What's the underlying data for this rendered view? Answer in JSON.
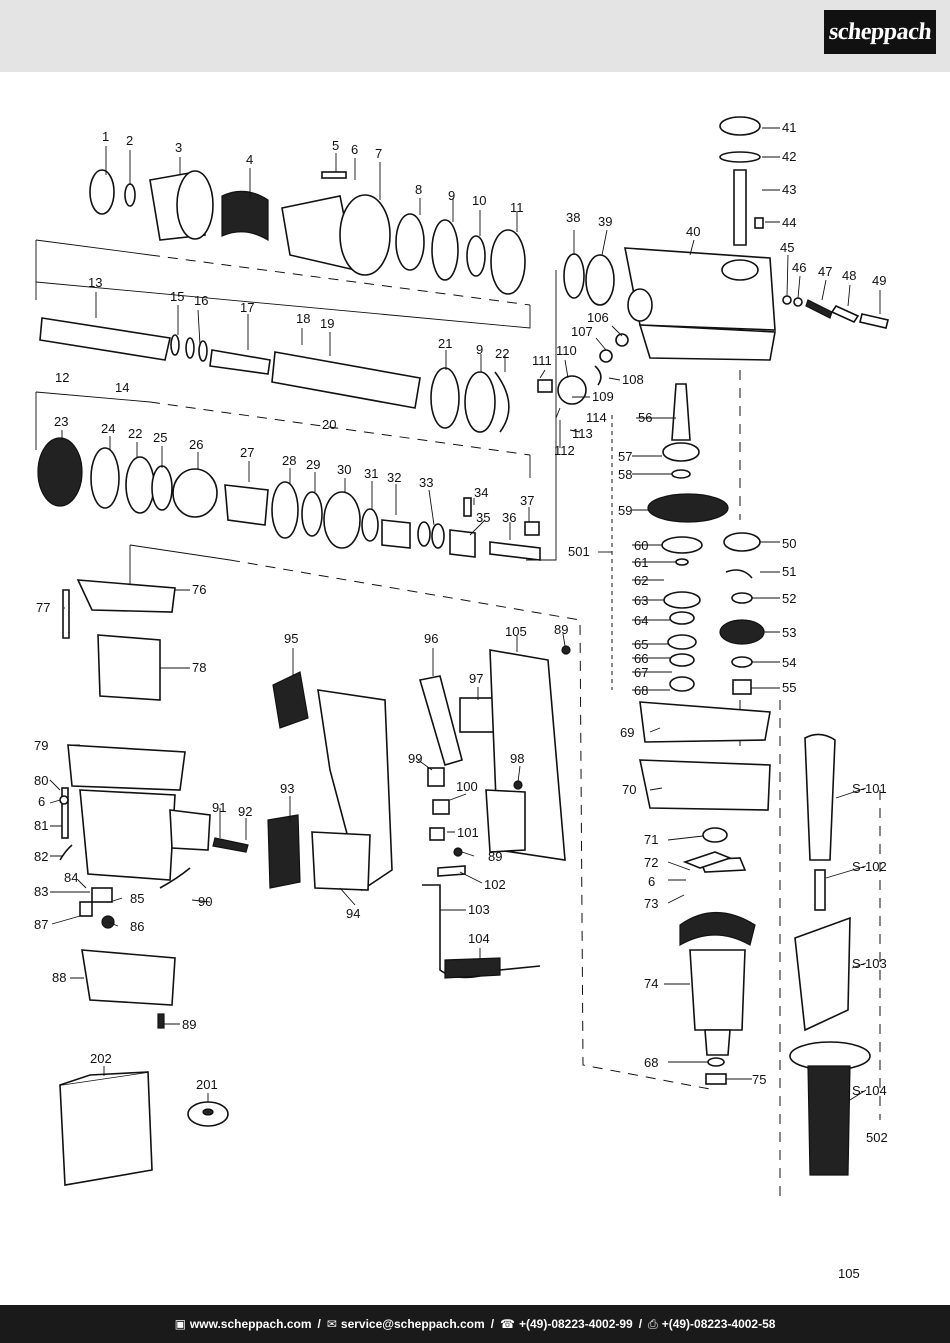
{
  "brand": {
    "name": "scheppach"
  },
  "page": {
    "number": "105"
  },
  "footer": {
    "web": "www.scheppach.com",
    "email": "service@scheppach.com",
    "phone": "+(49)-08223-4002-99",
    "fax": "+(49)-08223-4002-58",
    "icons": [
      "laptop-icon",
      "mail-icon",
      "phone-icon",
      "fax-icon"
    ]
  },
  "diagram": {
    "part_labels": [
      "1",
      "2",
      "3",
      "4",
      "5",
      "6",
      "7",
      "8",
      "9",
      "10",
      "11",
      "13",
      "15",
      "16",
      "17",
      "18",
      "19",
      "12",
      "14",
      "20",
      "21",
      "9",
      "22",
      "23",
      "24",
      "22",
      "25",
      "26",
      "27",
      "28",
      "29",
      "30",
      "31",
      "32",
      "33",
      "34",
      "35",
      "36",
      "37",
      "38",
      "39",
      "40",
      "41",
      "42",
      "43",
      "44",
      "45",
      "46",
      "47",
      "48",
      "49",
      "106",
      "107",
      "108",
      "109",
      "110",
      "111",
      "112",
      "113",
      "114",
      "56",
      "57",
      "58",
      "59",
      "501",
      "60",
      "61",
      "62",
      "63",
      "64",
      "65",
      "66",
      "67",
      "68",
      "50",
      "51",
      "52",
      "53",
      "54",
      "55",
      "69",
      "70",
      "71",
      "72",
      "6",
      "73",
      "74",
      "68",
      "75",
      "76",
      "77",
      "78",
      "79",
      "80",
      "6",
      "81",
      "82",
      "83",
      "84",
      "85",
      "86",
      "87",
      "88",
      "89",
      "91",
      "92",
      "90",
      "93",
      "94",
      "95",
      "96",
      "97",
      "99",
      "98",
      "100",
      "101",
      "89",
      "102",
      "103",
      "104",
      "105",
      "89",
      "S-101",
      "S-102",
      "S-103",
      "S-104",
      "502",
      "202",
      "201"
    ]
  }
}
